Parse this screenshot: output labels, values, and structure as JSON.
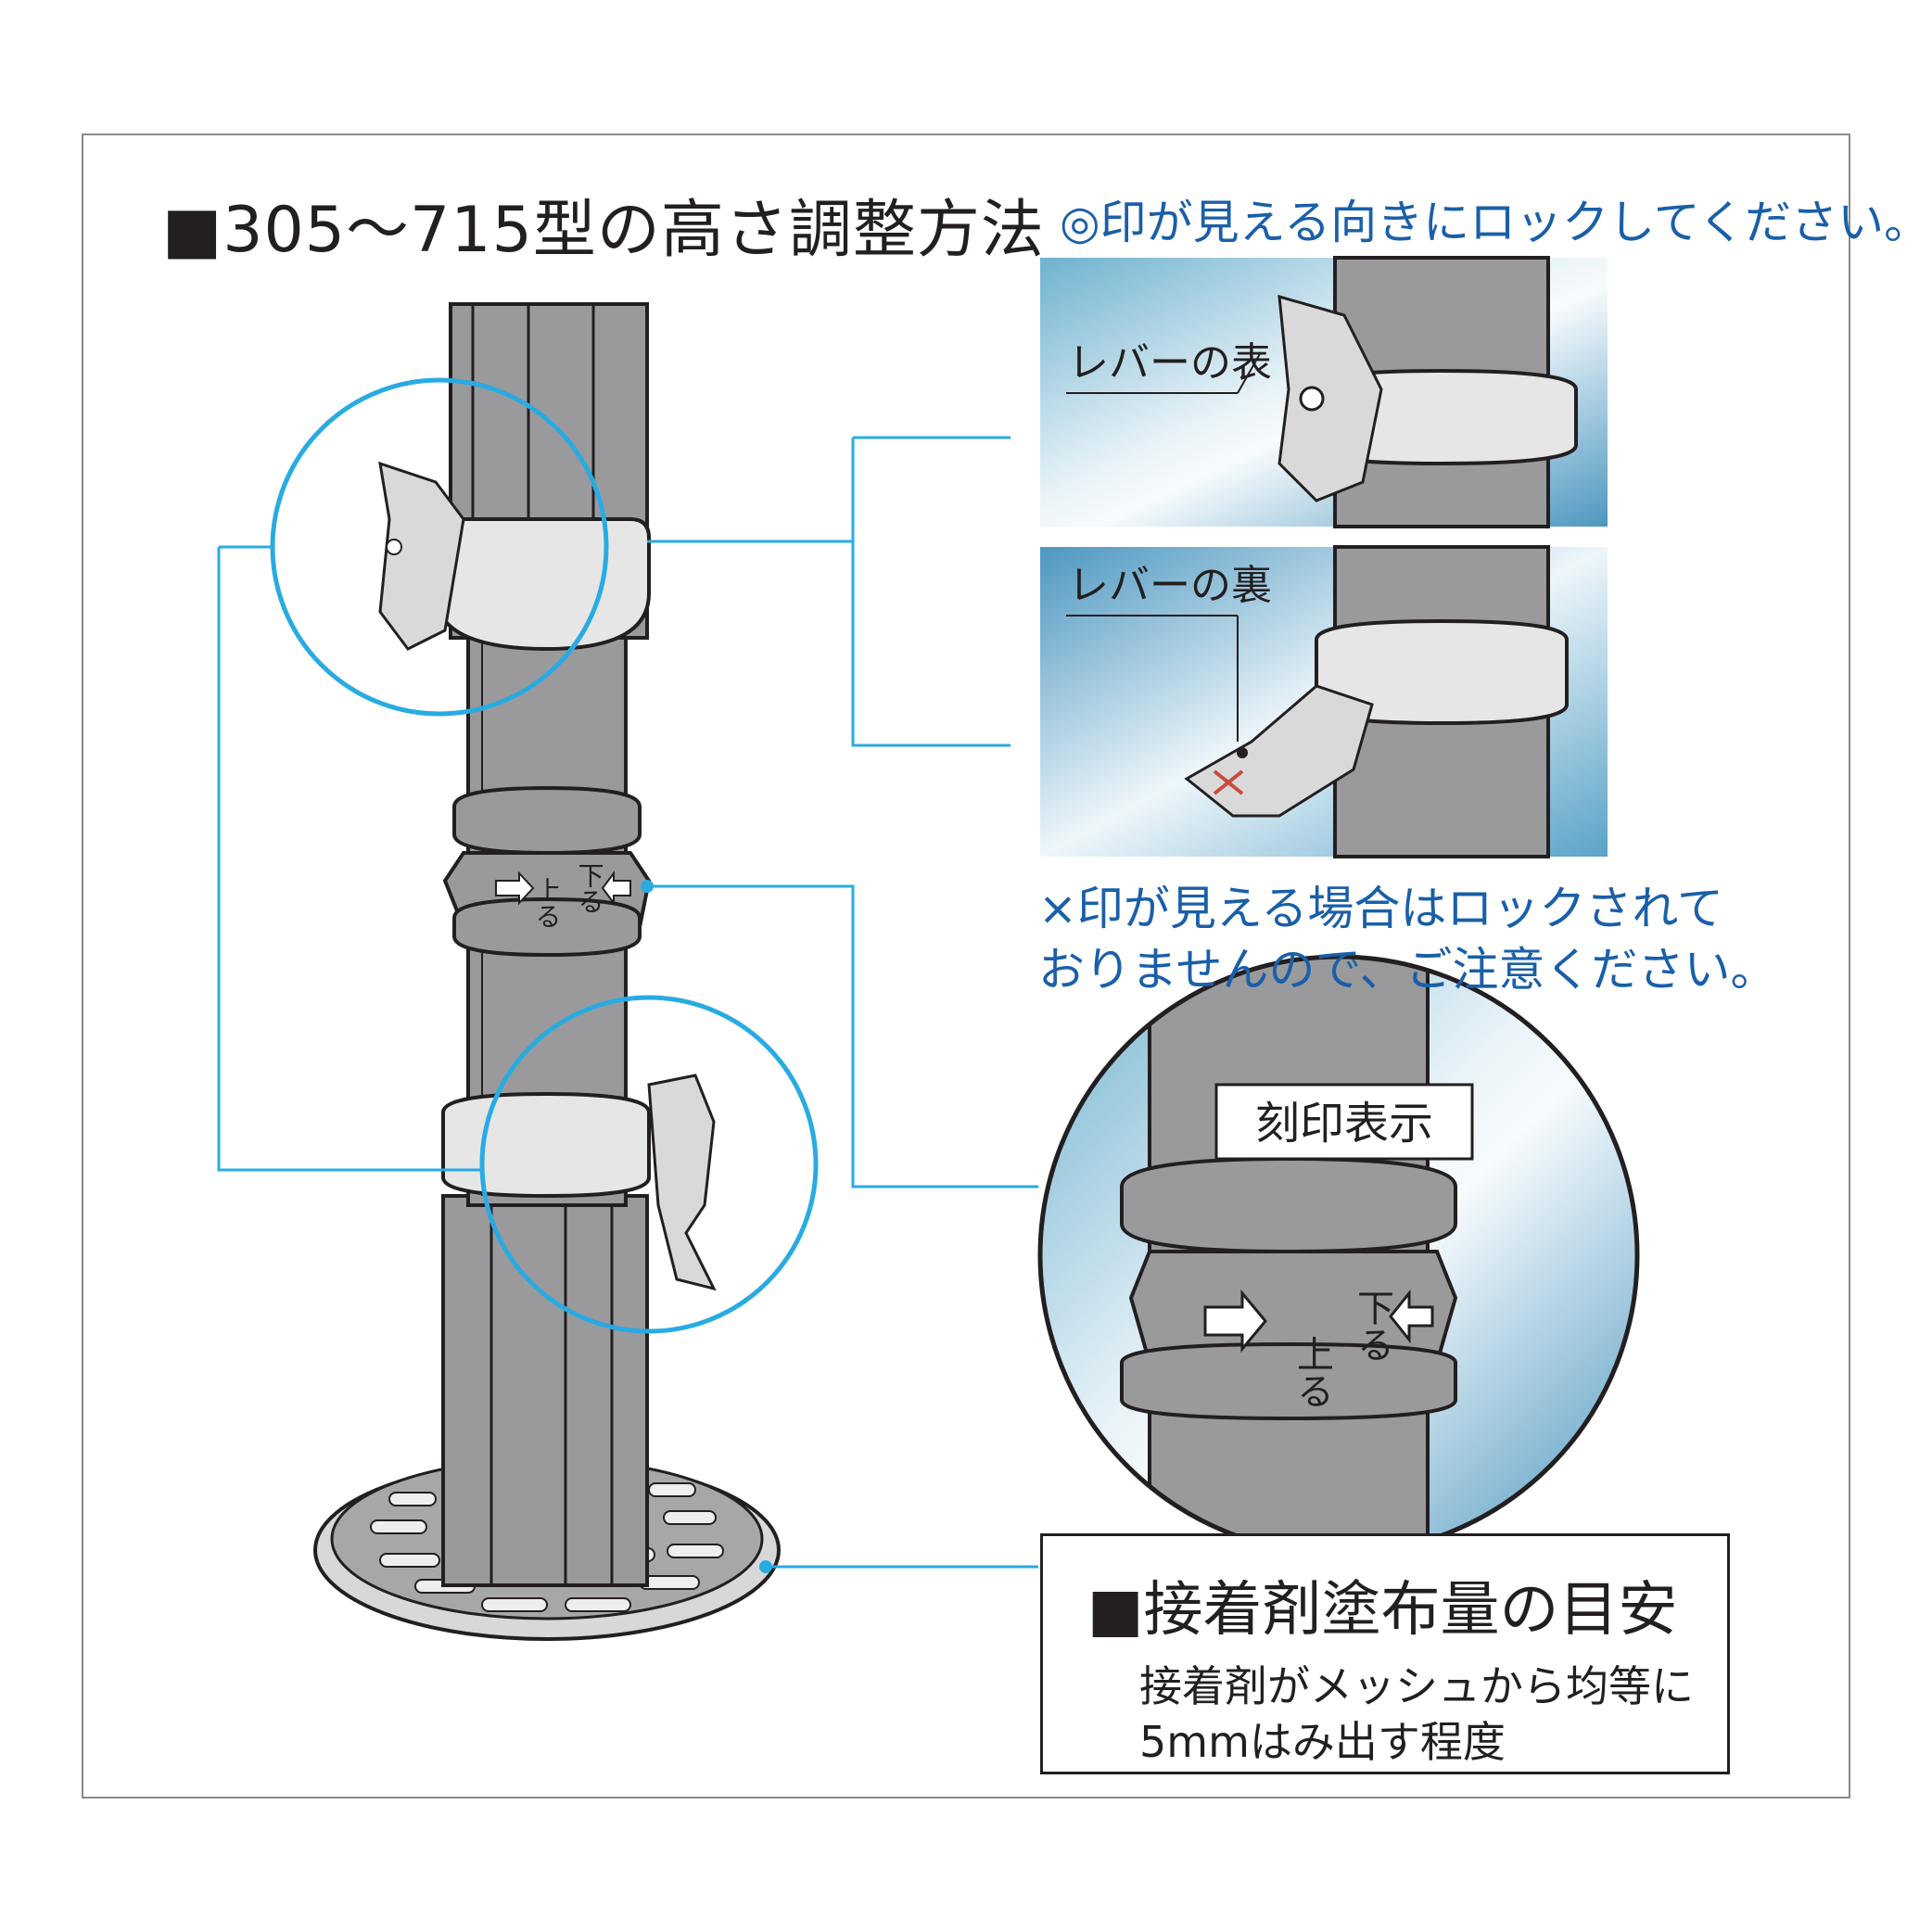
{
  "title": "■305〜715型の高さ調整方法",
  "lock_note": "◎印が見える向きにロックしてください。",
  "lever_front_label": "レバーの表",
  "lever_back_label": "レバーの裏",
  "x_note_line1": "×印が見える場合はロックされて",
  "x_note_line2": "おりませんので、ご注意ください。",
  "engraving_label": "刻印表示",
  "engraving_up": "上る",
  "engraving_down": "下る",
  "adhesive": {
    "title": "■接着剤塗布量の目安",
    "line1": "接着剤がメッシュから均等に",
    "line2": "5mmはみ出す程度"
  },
  "colors": {
    "accent": "#29abe2",
    "text_blue": "#1a5fa8",
    "pillar": "#9a9a9c",
    "outline": "#231f20"
  }
}
